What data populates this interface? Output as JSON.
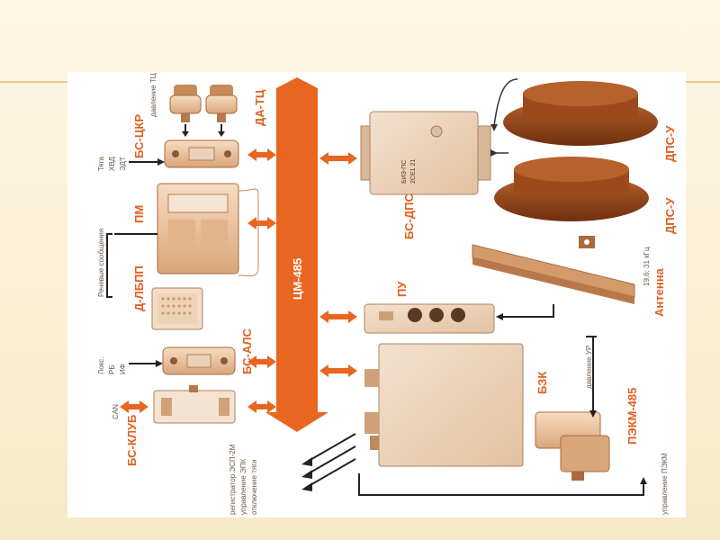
{
  "labels": {
    "bus": "ЦМ-485",
    "da_tc": "ДА-ТЦ",
    "bs_ckr": "БС-ЦКР",
    "pm": "ПМ",
    "d_lbpp": "Д-ЛБПП",
    "bs_als": "БС-АЛС",
    "bs_klub": "БС-КЛУБ",
    "bs_dps": "БС-ДПС",
    "dps_u_top": "ДПС-У",
    "dps_u_bottom": "ДПС-У",
    "pu": "ПУ",
    "antenna": "Антенна",
    "bzk": "БЗК",
    "pekm": "ПЭКМ-485"
  },
  "small": {
    "pressure_tc": "давление ТЦ",
    "tyaga": "Тяга",
    "hvd": "ХВД",
    "edt": "ЭДТ",
    "speech": "Речевые сообщения",
    "loks": "Локс.",
    "rb": "РБ",
    "if": "ИФ",
    "can": "CAN",
    "registrator": "регистратор ЭСП-2М",
    "upr_epk": "управление ЭПК",
    "otkl_tyagi": "отключение тяги",
    "freq": "19,6; 31 кГц",
    "pressure_ur": "давление УР",
    "upr_pekm": "управление ПЭКМ"
  },
  "device_text": {
    "bs_dps_brand": "БИЗ-ПС",
    "bs_dps_sub": "2СЕ1 21"
  },
  "colors": {
    "accent": "#e2601f",
    "bus": "#e8661f",
    "device_body": "#f0c8a0",
    "device_dark": "#c07a4a",
    "disc": "#8a3e14"
  }
}
